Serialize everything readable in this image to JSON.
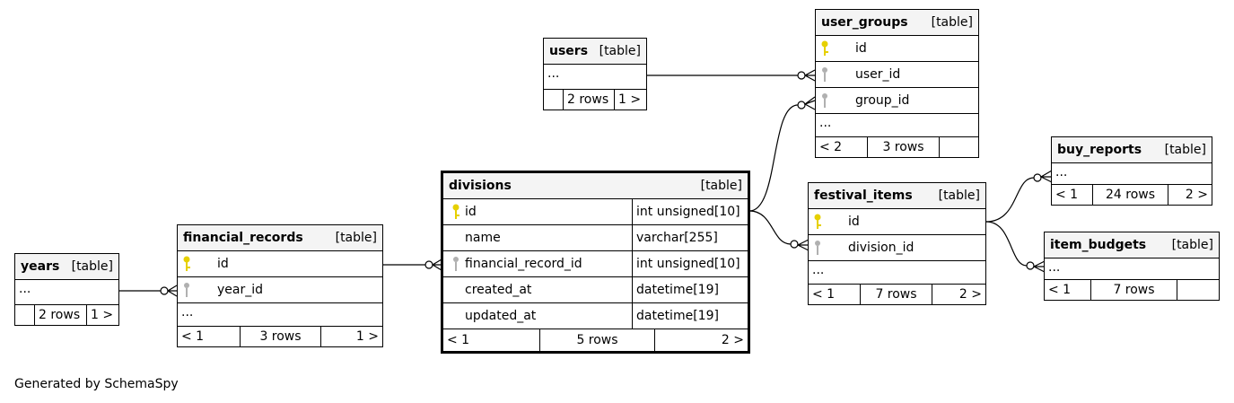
{
  "caption": "Generated by SchemaSpy",
  "table_tag": "[table]",
  "ellipsis": "...",
  "tables": {
    "years": {
      "name": "years",
      "footer": [
        "",
        "2 rows",
        "1 >"
      ]
    },
    "financial_records": {
      "name": "financial_records",
      "columns": [
        {
          "name": "id",
          "key": "primary"
        },
        {
          "name": "year_id",
          "key": "foreign"
        }
      ],
      "footer": [
        "< 1",
        "3 rows",
        "1 >"
      ]
    },
    "divisions": {
      "name": "divisions",
      "columns": [
        {
          "name": "id",
          "type": "int unsigned[10]",
          "key": "primary"
        },
        {
          "name": "name",
          "type": "varchar[255]",
          "key": ""
        },
        {
          "name": "financial_record_id",
          "type": "int unsigned[10]",
          "key": "foreign"
        },
        {
          "name": "created_at",
          "type": "datetime[19]",
          "key": ""
        },
        {
          "name": "updated_at",
          "type": "datetime[19]",
          "key": ""
        }
      ],
      "footer": [
        "< 1",
        "5 rows",
        "2 >"
      ]
    },
    "users": {
      "name": "users",
      "footer": [
        "",
        "2 rows",
        "1 >"
      ]
    },
    "user_groups": {
      "name": "user_groups",
      "columns": [
        {
          "name": "id",
          "key": "primary"
        },
        {
          "name": "user_id",
          "key": "foreign"
        },
        {
          "name": "group_id",
          "key": "foreign"
        }
      ],
      "footer": [
        "< 2",
        "3 rows",
        ""
      ]
    },
    "festival_items": {
      "name": "festival_items",
      "columns": [
        {
          "name": "id",
          "key": "primary"
        },
        {
          "name": "division_id",
          "key": "foreign"
        }
      ],
      "footer": [
        "< 1",
        "7 rows",
        "2 >"
      ]
    },
    "buy_reports": {
      "name": "buy_reports",
      "footer": [
        "< 1",
        "24 rows",
        "2 >"
      ]
    },
    "item_budgets": {
      "name": "item_budgets",
      "footer": [
        "< 1",
        "7 rows",
        ""
      ]
    }
  },
  "colors": {
    "primary_key": "#e6d000",
    "foreign_key": "#b0b0b0",
    "header_bg": "#f4f4f4",
    "line": "#000000"
  }
}
